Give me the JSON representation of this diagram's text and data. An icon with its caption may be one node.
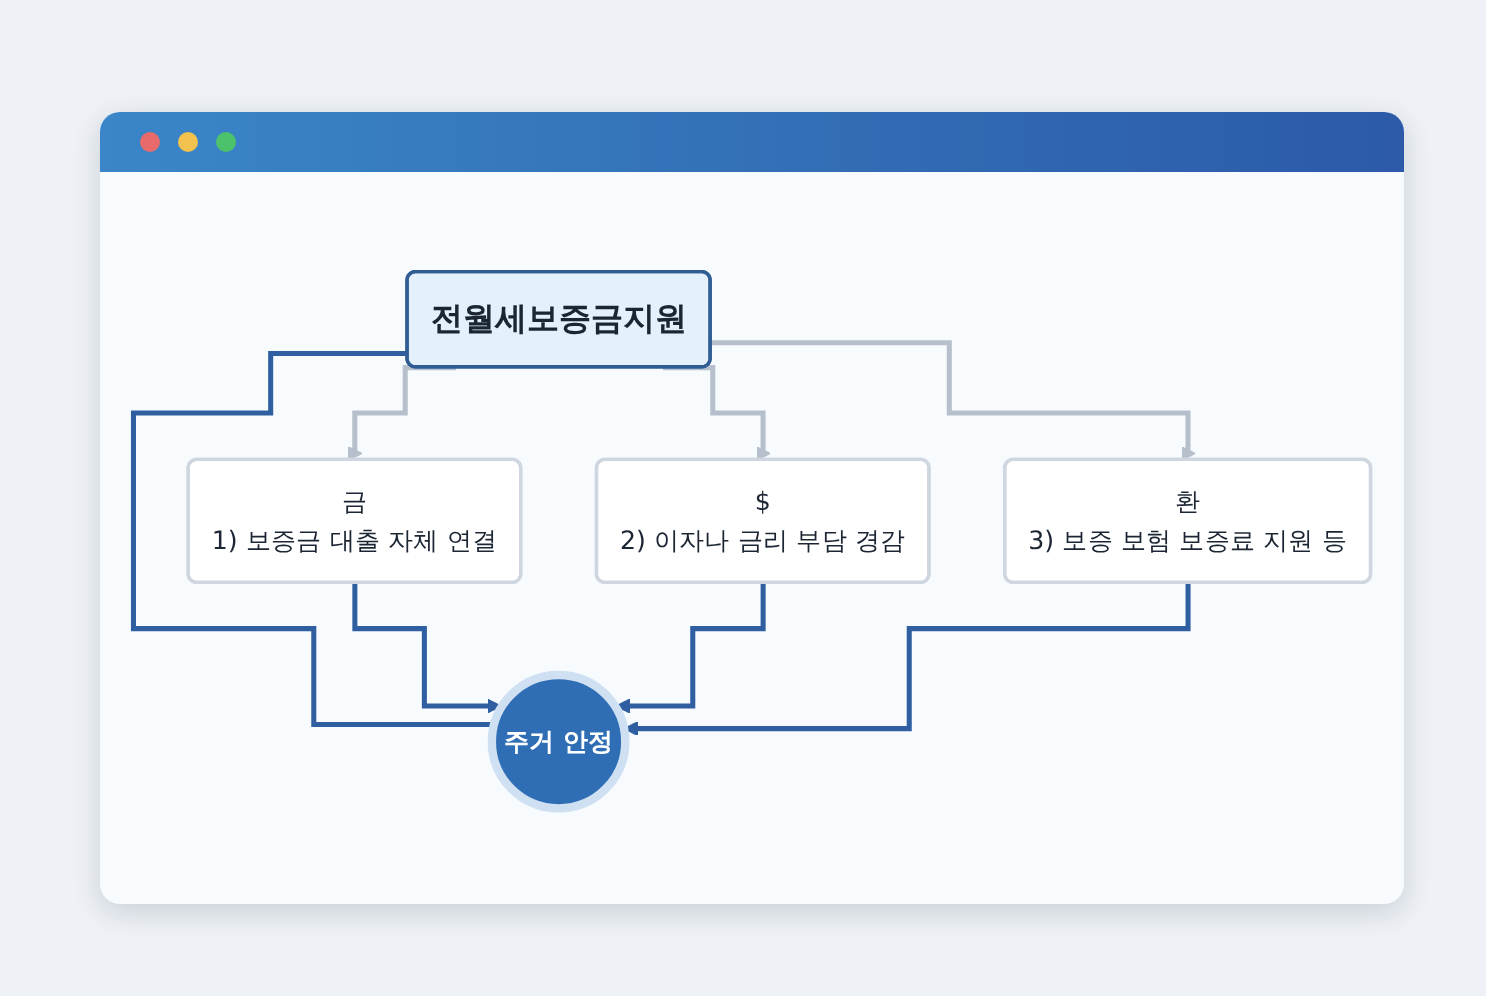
{
  "diagram": {
    "nodes": [
      {
        "text": [
          "전월세보증금지원"
        ]
      },
      {
        "text": [
          "금",
          "1) 보증금 대출 자체 연결"
        ]
      },
      {
        "text": [
          "$",
          "2) 이자나 금리 부담 경감"
        ]
      },
      {
        "text": [
          "환",
          "3) 보증 보험 보증료 지원 등"
        ]
      },
      {
        "text": [
          "주거 안정"
        ]
      }
    ],
    "edges": [
      {
        "from": 0,
        "to": 1,
        "arrow": "to",
        "color": "#b6c0cc"
      },
      {
        "from": 0,
        "to": 2,
        "arrow": "to",
        "color": "#b6c0cc"
      },
      {
        "from": 0,
        "to": 3,
        "arrow": "to",
        "color": "#b6c0cc"
      },
      {
        "from": 0,
        "to": 4,
        "arrow": "none"
      },
      {
        "from": 1,
        "to": 4,
        "arrow": "to"
      },
      {
        "from": 2,
        "to": 4,
        "arrow": "to"
      },
      {
        "from": 3,
        "to": 4,
        "arrow": "to"
      }
    ]
  }
}
